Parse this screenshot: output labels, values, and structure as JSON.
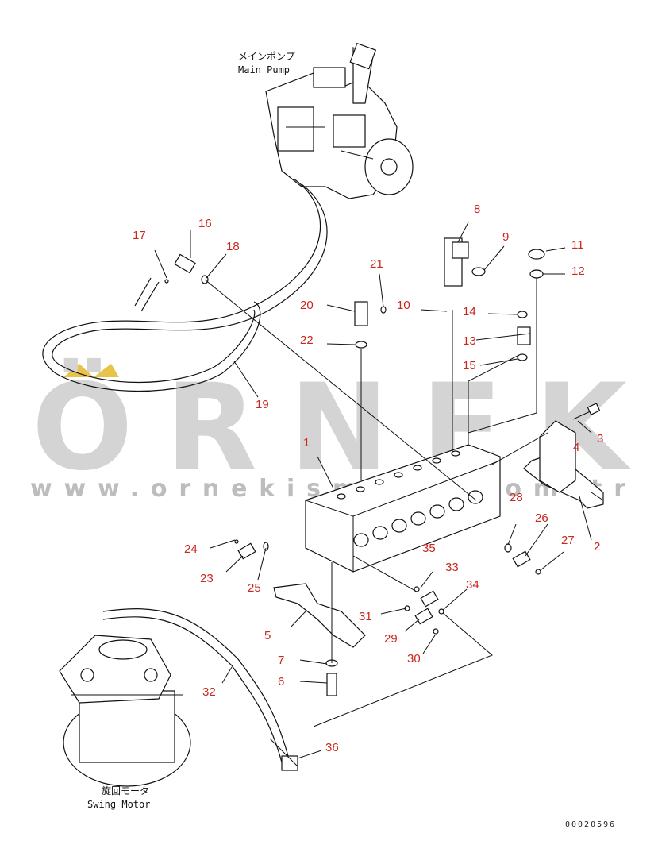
{
  "captions": {
    "main_pump_jp": "メインポンプ",
    "main_pump_en": "Main Pump",
    "swing_motor_jp": "旋回モータ",
    "swing_motor_en": "Swing Motor"
  },
  "watermark": {
    "letters": "ÖRNEK",
    "url": "www.ornekismal...com.tr"
  },
  "document_number": "00020596",
  "callouts": [
    "1",
    "2",
    "3",
    "4",
    "5",
    "6",
    "7",
    "8",
    "9",
    "11",
    "12",
    "13",
    "14",
    "15",
    "16",
    "17",
    "18",
    "19",
    "10",
    "20",
    "21",
    "22",
    "23",
    "24",
    "25",
    "26",
    "27",
    "28",
    "29",
    "30",
    "31",
    "32",
    "33",
    "34",
    "35",
    "36"
  ],
  "colors": {
    "callout": "#c8281e",
    "watermark": "#d4d4d4",
    "accent": "#e8c34a"
  }
}
